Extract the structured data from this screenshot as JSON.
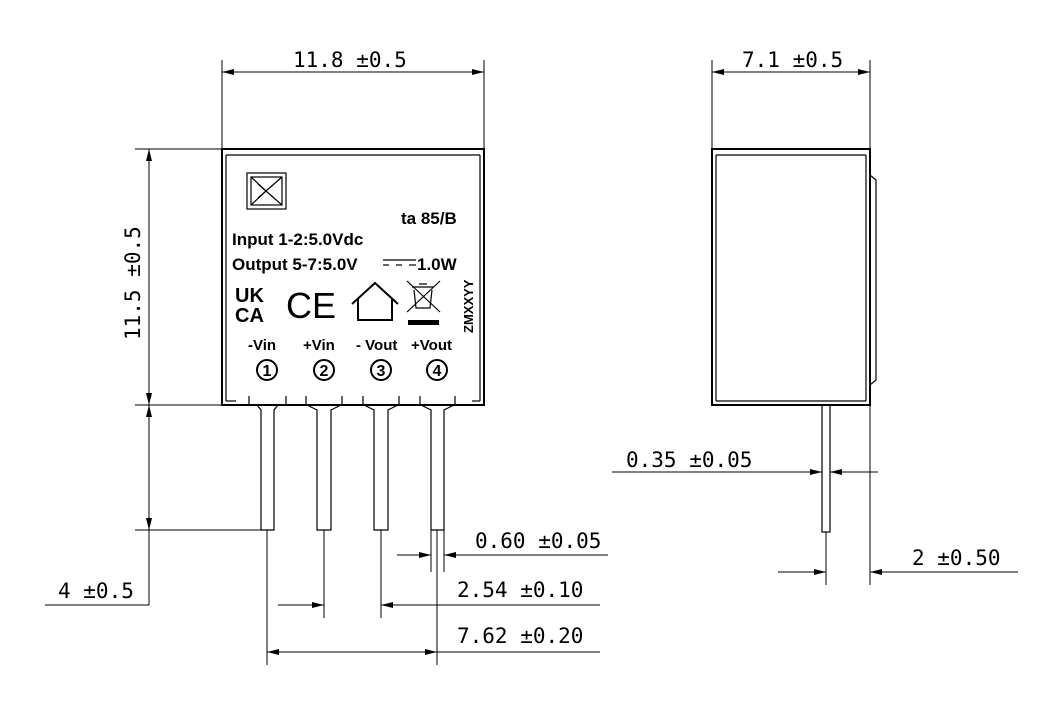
{
  "dimensions": {
    "width": "11.8 ±0.5",
    "depth": "7.1 ±0.5",
    "height": "11.5 ±0.5",
    "pin_length": "4 ±0.5",
    "pin_thickness": "0.35 ±0.05",
    "pin_width": "0.60 ±0.05",
    "pin_pitch": "2.54 ±0.10",
    "outer_pin_span": "7.62 ±0.20",
    "pin_offset": "2 ±0.50"
  },
  "label": {
    "rating": "ta 85/B",
    "input": "Input  1-2:5.0Vdc",
    "output": "Output  5-7:5.0V",
    "output_power": "1.0W",
    "mark_uk": "UK",
    "mark_ca": "CA",
    "mark_ce": "CE",
    "date_code": "ZMXXYY"
  },
  "pins": [
    {
      "label": "-Vin",
      "number": "1"
    },
    {
      "label": "+Vin",
      "number": "2"
    },
    {
      "label": "- Vout",
      "number": "3"
    },
    {
      "label": "+Vout",
      "number": "4"
    }
  ]
}
